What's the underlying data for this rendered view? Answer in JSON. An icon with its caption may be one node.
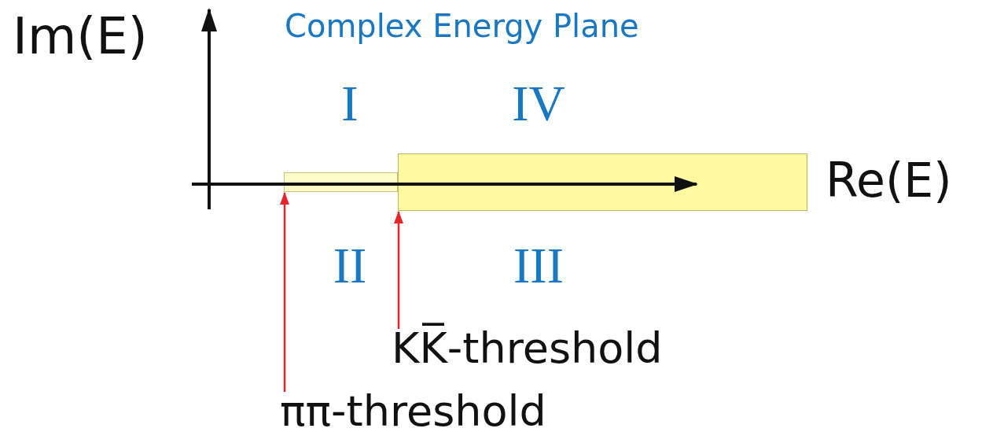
{
  "diagram": {
    "title": "Complex Energy Plane",
    "nodes": [
      {
        "text": [],
        "shape": "bar"
      },
      {
        "text": [],
        "shape": "box"
      },
      {
        "text": [
          "KK̅-threshold"
        ]
      },
      {
        "text": [
          "ππ-threshold"
        ]
      }
    ],
    "edges": [
      {
        "from": 2,
        "to": 1,
        "arrow": "to",
        "color": "#e3262b"
      },
      {
        "from": 3,
        "to": 0,
        "arrow": "to",
        "color": "#e3262b"
      }
    ],
    "labels": [
      "Im(E)",
      "I",
      "IV",
      "Re(E)",
      "II",
      "III"
    ]
  }
}
